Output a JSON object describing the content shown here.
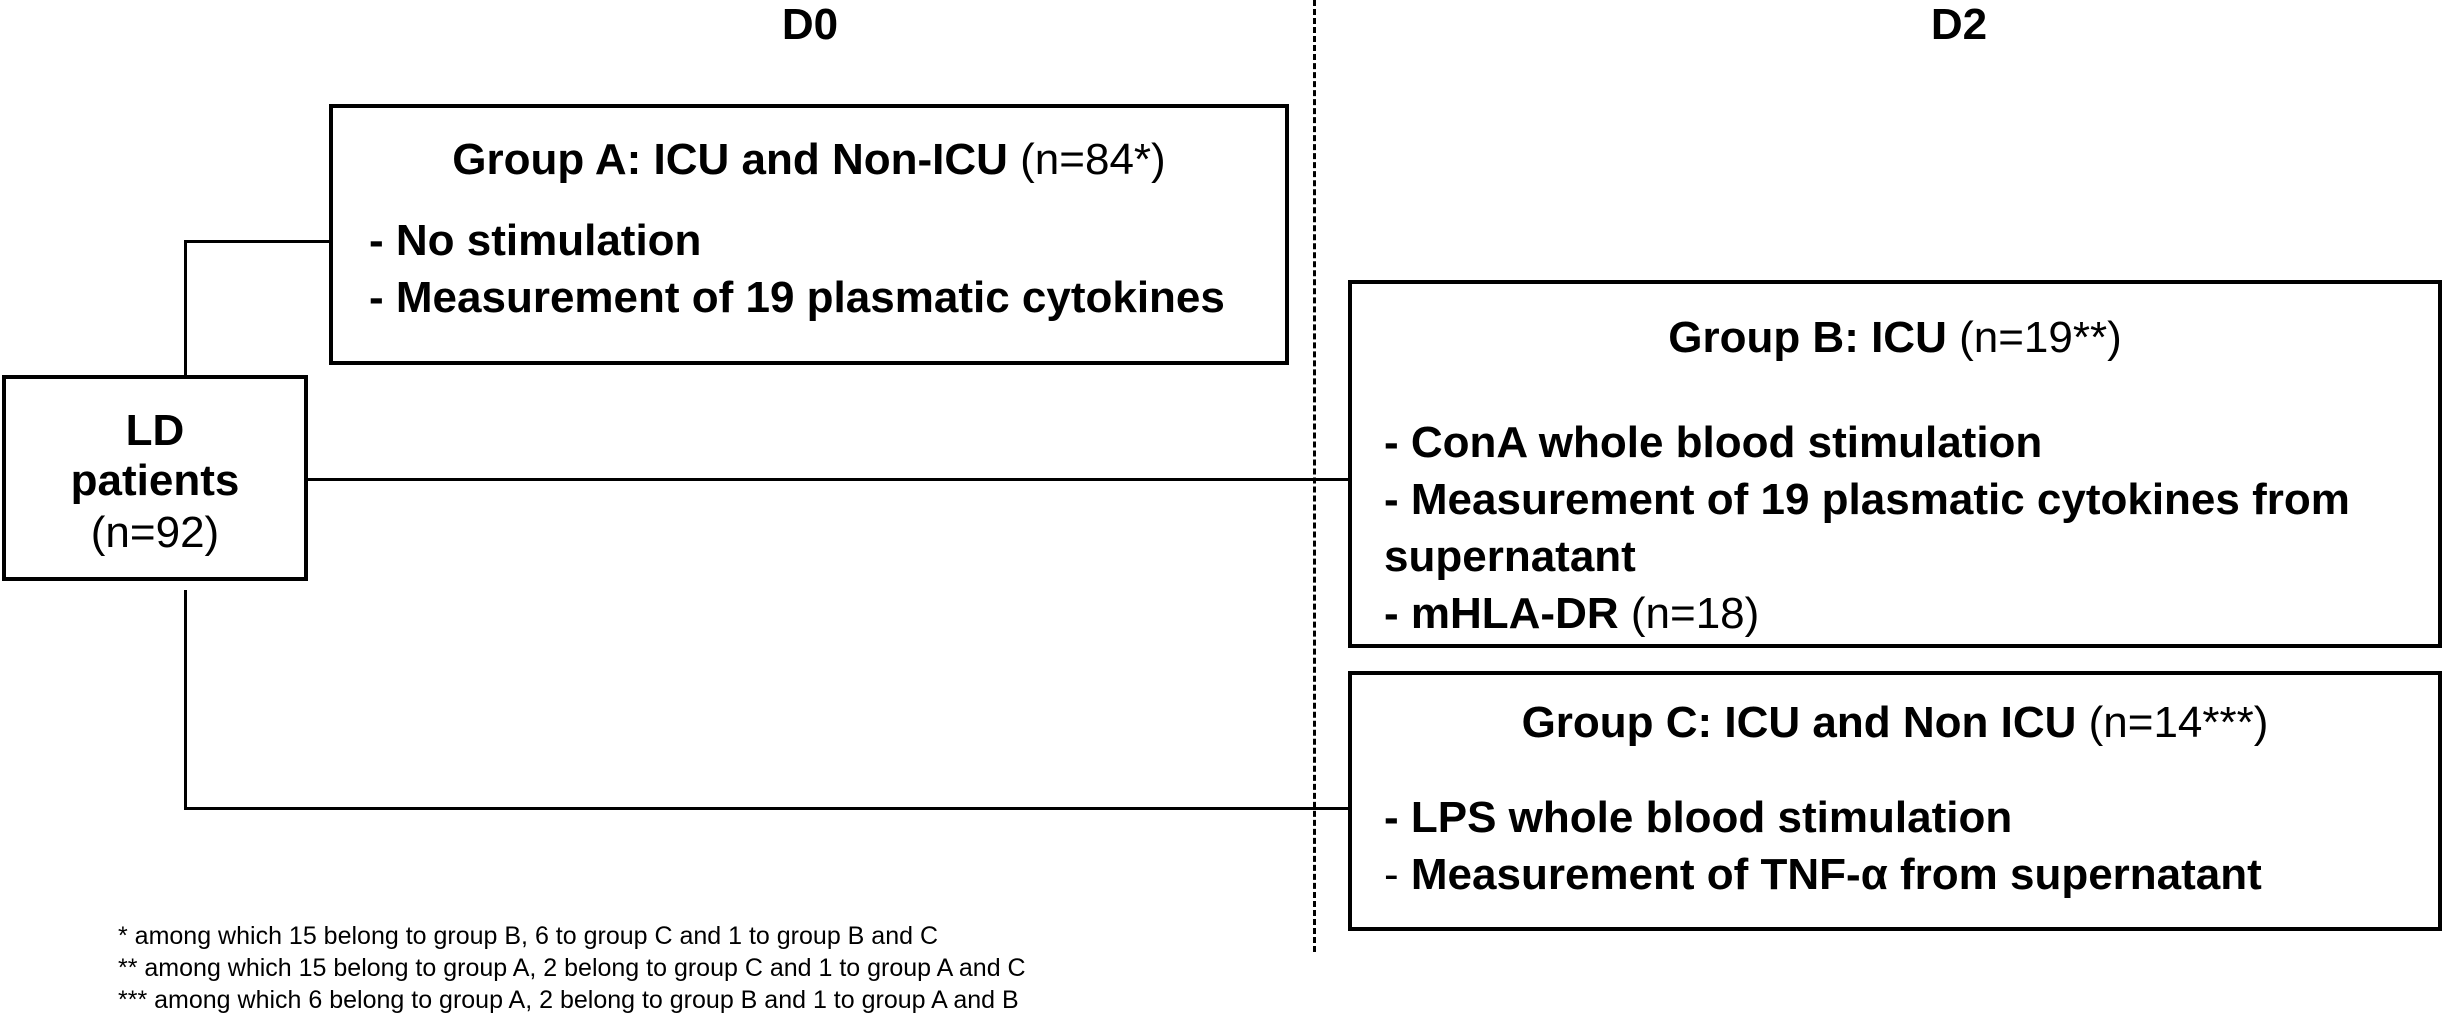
{
  "headers": {
    "d0": "D0",
    "d2": "D2"
  },
  "patients": {
    "line1": "LD",
    "line2": "patients",
    "count": "(n=92)"
  },
  "group_a": {
    "title": "Group A: ICU and Non-ICU",
    "count": "(n=84*)",
    "items": [
      "- No stimulation",
      "- Measurement of 19 plasmatic cytokines"
    ]
  },
  "group_b": {
    "title": "Group B: ICU",
    "count": "(n=19**)",
    "items": [
      "- ConA  whole blood stimulation",
      "- Measurement of 19 plasmatic cytokines from",
      "supernatant",
      "- mHLA-DR"
    ],
    "item4_count": "(n=18)"
  },
  "group_c": {
    "title": "Group C: ICU and Non ICU",
    "count": "(n=14***)",
    "items": [
      "- LPS whole blood stimulation",
      "- Measurement of TNF-α from supernatant"
    ],
    "item2_prefix": "- ",
    "item2_text": "Measurement of TNF-α from supernatant"
  },
  "footnotes": [
    "* among which 15 belong to group B, 6 to group C and 1 to group B and C",
    "** among which 15 belong to group A, 2 belong to group C and 1 to group A and C",
    "*** among which 6 belong to group A, 2 belong to group B and 1 to group A and B"
  ]
}
